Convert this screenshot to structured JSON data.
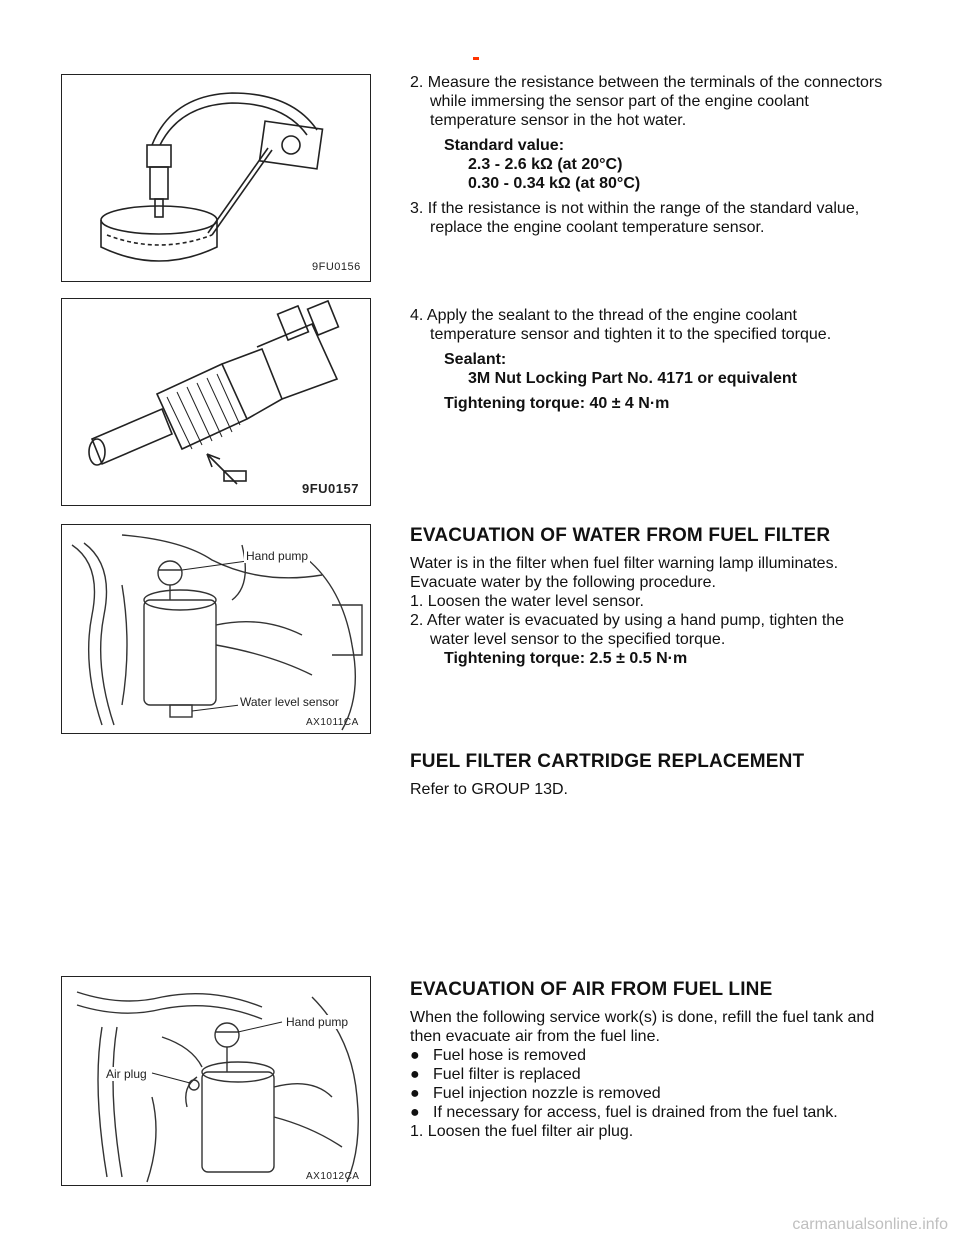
{
  "figures": {
    "fig1": {
      "code": "9FU0156"
    },
    "fig2": {
      "code": "9FU0157"
    },
    "fig3": {
      "code": "AX1011CA",
      "label_top": "Hand pump",
      "label_bottom": "Water level sensor"
    },
    "fig4": {
      "code": "AX1012CA",
      "label_right": "Hand pump",
      "label_left": "Air plug"
    }
  },
  "section1": {
    "step2": "2. Measure the resistance between the terminals of the connectors while immersing the sensor part of the engine coolant temperature sensor in the hot water.",
    "std_label": "Standard value:",
    "std_line1": "2.3 - 2.6 kΩ (at 20°C)",
    "std_line2": "0.30 - 0.34 kΩ (at 80°C)",
    "step3": "3. If the resistance is not within the range of the standard value, replace the engine coolant temperature sensor."
  },
  "section2": {
    "step4": "4. Apply the sealant to the thread of the engine coolant temperature sensor and tighten it to the specified torque.",
    "sealant_label": "Sealant:",
    "sealant_value": "3M Nut Locking Part No. 4171 or equivalent",
    "torque": "Tightening torque: 40 ± 4 N·m"
  },
  "section3": {
    "heading": "EVACUATION OF WATER FROM FUEL FILTER",
    "intro": "Water is in the filter when fuel filter warning lamp illuminates. Evacuate water by the following procedure.",
    "step1": "1. Loosen the water level sensor.",
    "step2": "2. After water is evacuated by using a hand pump, tighten the water level sensor to the specified torque.",
    "torque": "Tightening torque: 2.5 ± 0.5 N·m"
  },
  "section4": {
    "heading": "FUEL FILTER CARTRIDGE REPLACEMENT",
    "text": "Refer to GROUP 13D."
  },
  "section5": {
    "heading": "EVACUATION OF AIR FROM FUEL LINE",
    "intro": "When the following service work(s) is done, refill the fuel tank and then evacuate air from the fuel line.",
    "bullets": [
      "Fuel hose is removed",
      "Fuel filter is replaced",
      "Fuel injection nozzle is removed",
      "If necessary for access, fuel is drained from the fuel tank."
    ],
    "step1": "1. Loosen the fuel filter air plug."
  },
  "footer": {
    "text": "carmanualsonline.info"
  }
}
